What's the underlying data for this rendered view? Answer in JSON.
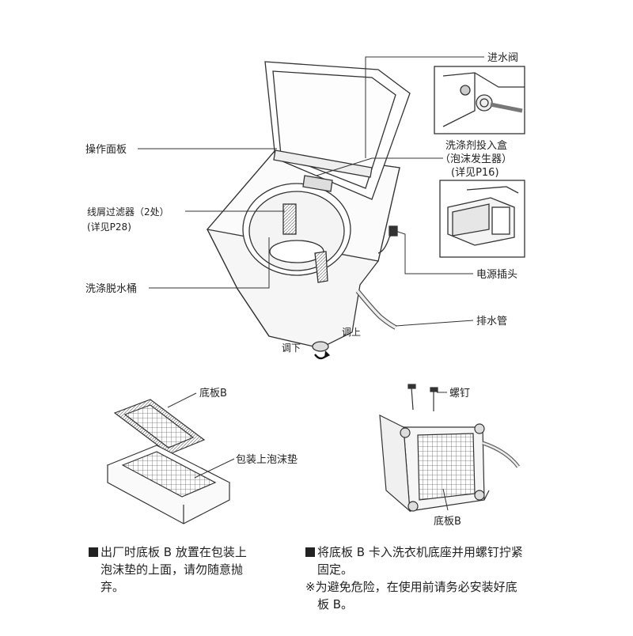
{
  "labels": {
    "inlet_valve": "进水阀",
    "control_panel": "操作面板",
    "detergent_box_1": "洗涤剂投入盒",
    "detergent_box_2": "（泡沫发生器）",
    "detergent_box_3": "(详见P16)",
    "lint_filter_1": "线屑过滤器（2处）",
    "lint_filter_2": "(详见P28)",
    "power_plug": "电源插头",
    "tub": "洗涤脱水桶",
    "drain_hose": "排水管",
    "adjust_up": "调上",
    "adjust_down": "调下",
    "base_plate_b_top": "底板B",
    "packing_foam": "包装上泡沫垫",
    "screws": "螺钉",
    "base_plate_b_bottom": "底板B"
  },
  "notes": {
    "left": {
      "line1": "出厂时底板 B 放置在包装上",
      "line2": "泡沫垫的上面，请勿随意抛",
      "line3": "弃。"
    },
    "right": {
      "line1": "将底板 B 卡入洗衣机底座并用螺钉拧紧",
      "line2": "固定。",
      "line3": "※为避免危险，在使用前请务必安装好底",
      "line4": "板 B。"
    }
  }
}
